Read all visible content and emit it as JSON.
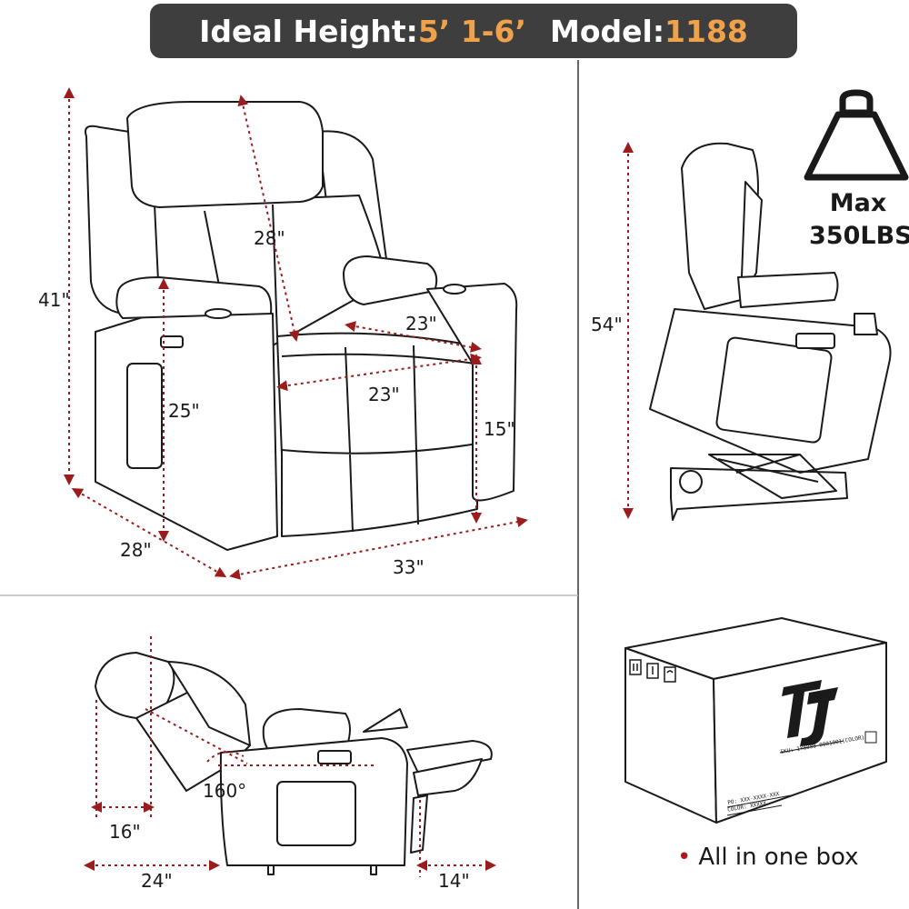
{
  "banner": {
    "height_label": "Ideal Height:",
    "height_value": "5’ 1-6’",
    "model_label": "Model:",
    "model_value": "1188"
  },
  "front_view": {
    "height_total": "41\"",
    "back_height": "28\"",
    "seat_width_top": "23\"",
    "seat_width_front": "23\"",
    "arm_height": "25\"",
    "seat_height": "15\"",
    "depth": "28\"",
    "width": "33\""
  },
  "lift_view": {
    "height": "54\""
  },
  "weight": {
    "max_label": "Max",
    "max_value": "350LBS"
  },
  "recline_view": {
    "angle": "160°",
    "back_clearance": "16\"",
    "rear_depth": "24\"",
    "front_extension": "14\""
  },
  "box": {
    "caption": "All in one box",
    "label_line1": "SKU: 1Y8888-0001001(COLOR)",
    "label_line2": "PO: XXX-XXXX-XXX",
    "label_line3": "COLOR: XXXXX"
  },
  "colors": {
    "banner_bg": "#3e3e3e",
    "accent": "#f0a24a",
    "dimension": "#9b1c1c"
  },
  "icons": [
    "weight-icon",
    "upright-arrow-icon",
    "fragile-icon",
    "umbrella-icon",
    "brand-logo-icon"
  ]
}
